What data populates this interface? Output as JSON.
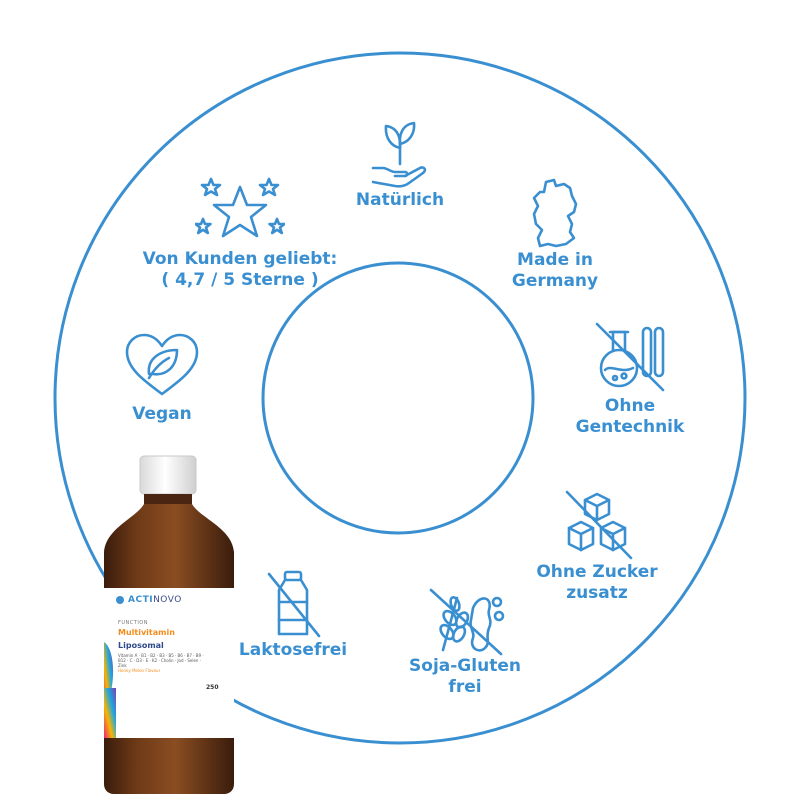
{
  "colors": {
    "accent": "#3a8fd1",
    "ring": "#3a8fd1",
    "background": "#ffffff"
  },
  "features": {
    "natuerlich": {
      "label": "Natürlich",
      "icon": "plant-in-hand-icon"
    },
    "made_in_germany": {
      "line1": "Made in",
      "line2": "Germany",
      "icon": "germany-map-icon"
    },
    "ohne_gentechnik": {
      "line1": "Ohne",
      "line2": "Gentechnik",
      "icon": "no-lab-flask-icon"
    },
    "ohne_zucker": {
      "line1": "Ohne Zucker",
      "line2": "zusatz",
      "icon": "no-sugar-cubes-icon"
    },
    "soja_gluten": {
      "line1": "Soja-Gluten",
      "line2": "frei",
      "icon": "no-grain-soy-icon"
    },
    "laktosefrei": {
      "label": "Laktosefrei",
      "icon": "no-milk-bottle-icon"
    },
    "vegan": {
      "label": "Vegan",
      "icon": "leaf-in-heart-icon"
    },
    "kunden": {
      "line1": "Von Kunden geliebt:",
      "line2": "( 4,7 / 5 Sterne )",
      "icon": "stars-icon"
    }
  },
  "product": {
    "brand_a": "ACTI",
    "brand_b": "NOVO",
    "category": "FUNCTION",
    "name_line1": "Multivitamin",
    "name_line2": "Liposomal",
    "flavour": "Honey Melon Flavour",
    "volume": "250"
  }
}
